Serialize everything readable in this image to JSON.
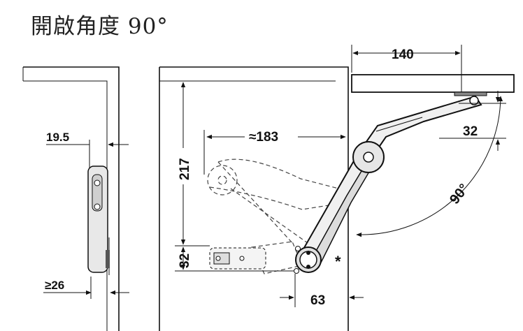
{
  "title": "開啟角度 90°",
  "dimensions": {
    "top_width": "140",
    "top_offset": "32",
    "reach": "≈183",
    "height": "217",
    "bottom_offset": "32",
    "bottom_width": "63",
    "angle": "90°",
    "side_gap": "19.5",
    "side_min": "≥26"
  },
  "note_mark": "*"
}
